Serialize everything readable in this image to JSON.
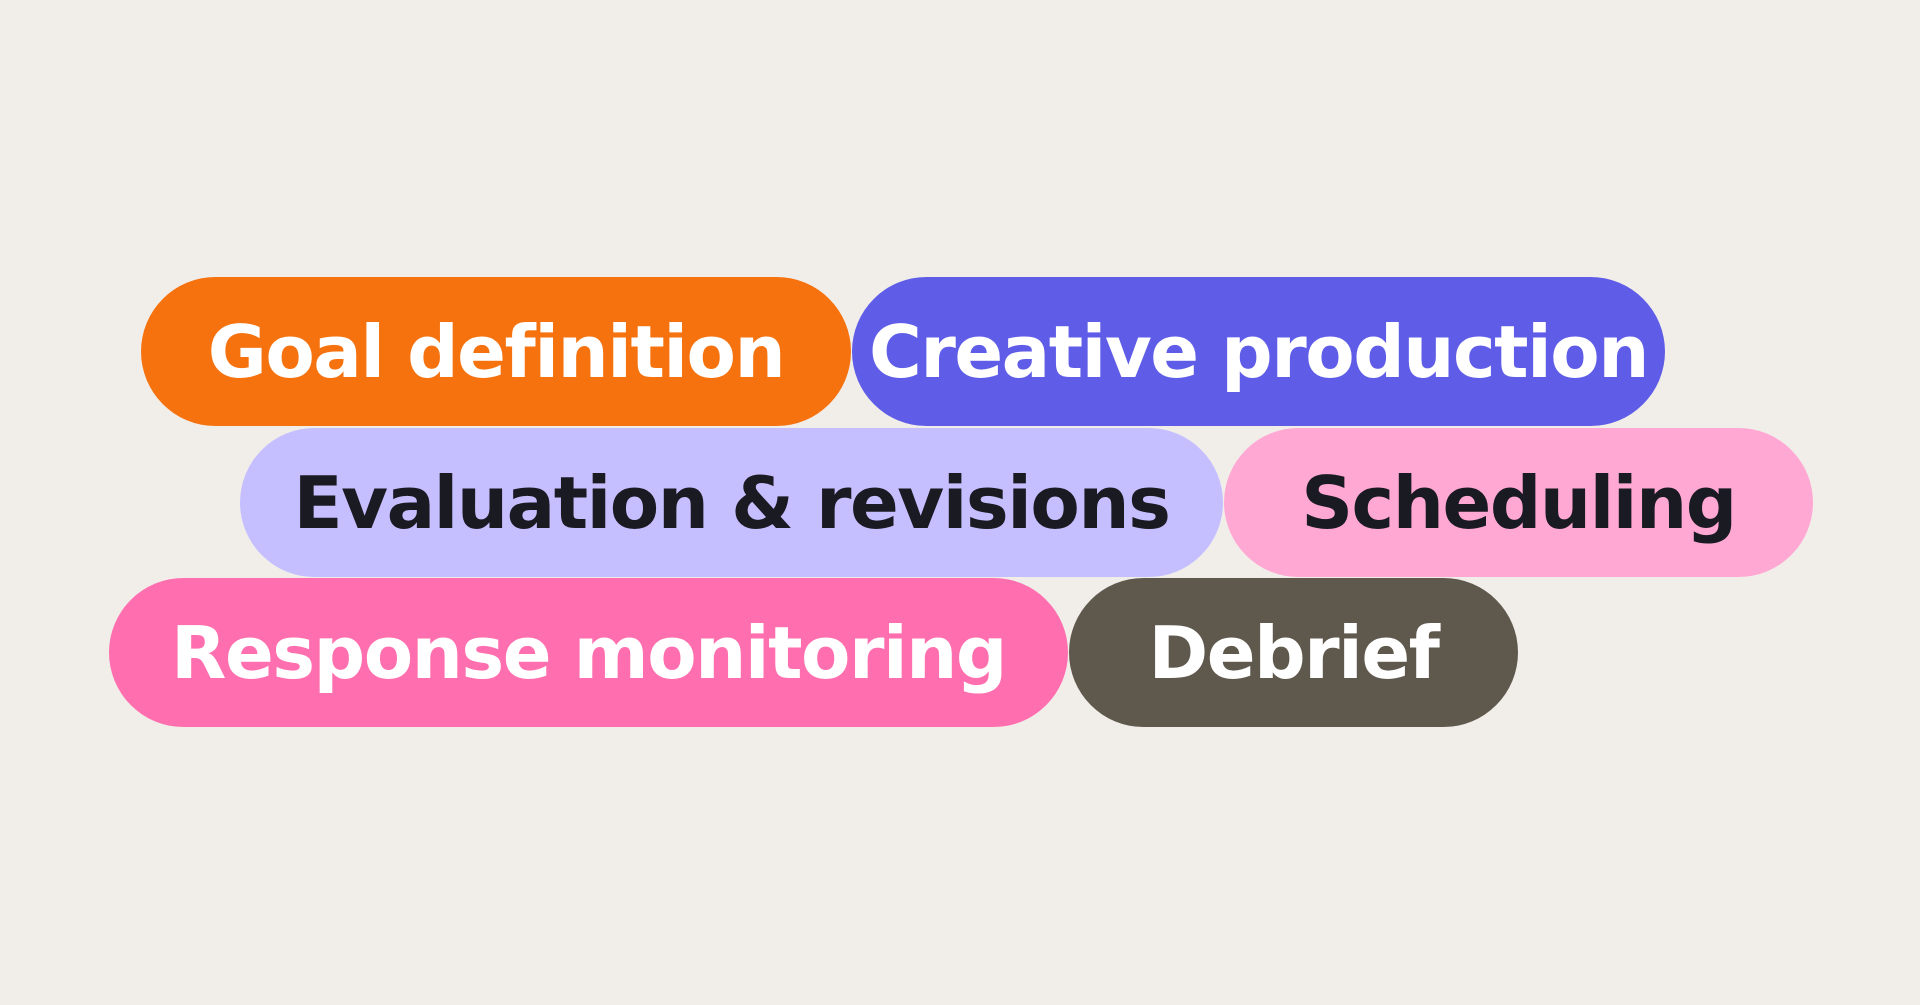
{
  "pills": [
    {
      "label": "Goal definition",
      "bg": "#f5720e",
      "fg": "#ffffff"
    },
    {
      "label": "Creative production",
      "bg": "#5f5de8",
      "fg": "#ffffff"
    },
    {
      "label": "Evaluation & revisions",
      "bg": "#c5bfff",
      "fg": "#1a1a22"
    },
    {
      "label": "Scheduling",
      "bg": "#ffa8d3",
      "fg": "#1a1a22"
    },
    {
      "label": "Response monitoring",
      "bg": "#ff6eae",
      "fg": "#ffffff"
    },
    {
      "label": "Debrief",
      "bg": "#5f584d",
      "fg": "#ffffff"
    }
  ]
}
